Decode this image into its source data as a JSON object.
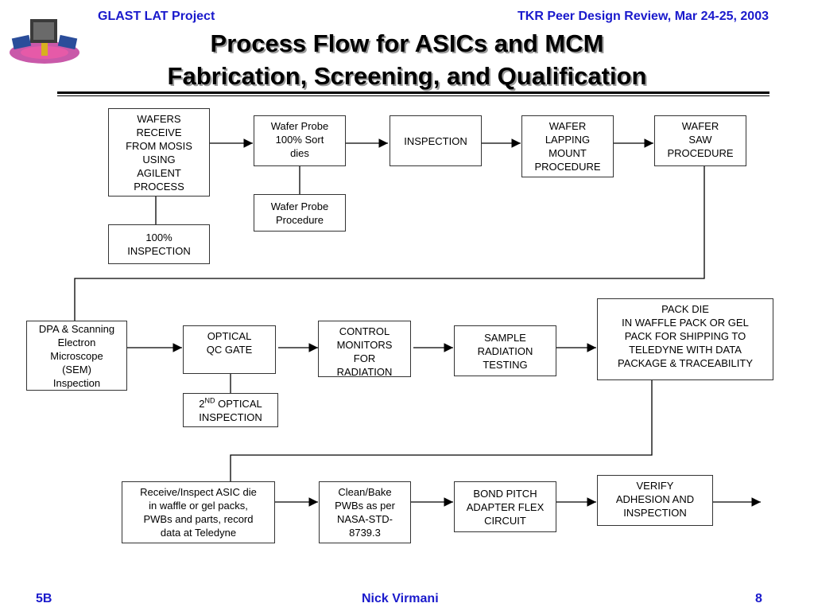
{
  "header": {
    "left": "GLAST LAT Project",
    "right": "TKR Peer Design Review, Mar 24-25, 2003"
  },
  "title": {
    "line1": "Process Flow for ASICs and MCM",
    "line2": "Fabrication, Screening, and Qualification"
  },
  "boxes": {
    "wafers_receive": "WAFERS\nRECEIVE\nFROM MOSIS\nUSING\nAGILENT\nPROCESS",
    "inspection_100": "100%\nINSPECTION",
    "wafer_probe_sort": "Wafer Probe\n100% Sort\ndies",
    "wafer_probe_procedure": "Wafer Probe\nProcedure",
    "inspection": "INSPECTION",
    "wafer_lapping": "WAFER\nLAPPING\nMOUNT\nPROCEDURE",
    "wafer_saw": "WAFER\nSAW\nPROCEDURE",
    "dpa_sem": "DPA & Scanning\nElectron\nMicroscope\n(SEM)\nInspection",
    "optical_qc": "OPTICAL\nQC GATE",
    "second_optical_num": "2",
    "second_optical_sup": "ND",
    "second_optical_rest": " OPTICAL\nINSPECTION",
    "control_monitors": "CONTROL\nMONITORS\nFOR\nRADIATION",
    "sample_radiation": "SAMPLE\nRADIATION\nTESTING",
    "pack_die": "PACK DIE\nIN WAFFLE PACK OR GEL\nPACK FOR SHIPPING TO\nTELEDYNE WITH DATA\nPACKAGE & TRACEABILITY",
    "receive_inspect": "Receive/Inspect ASIC die\nin waffle or gel packs,\nPWBs and parts, record\ndata at Teledyne",
    "clean_bake": "Clean/Bake\nPWBs as per\nNASA-STD-\n8739.3",
    "bond_pitch": "BOND PITCH\nADAPTER FLEX\nCIRCUIT",
    "verify_adhesion": "VERIFY\nADHESION AND\nINSPECTION"
  },
  "footer": {
    "left": "5B",
    "center": "Nick Virmani",
    "page_number": "8"
  },
  "colors": {
    "header_text": "#1a1acc",
    "line": "#000000"
  },
  "icons": {
    "logo": "glast-satellite-logo"
  }
}
